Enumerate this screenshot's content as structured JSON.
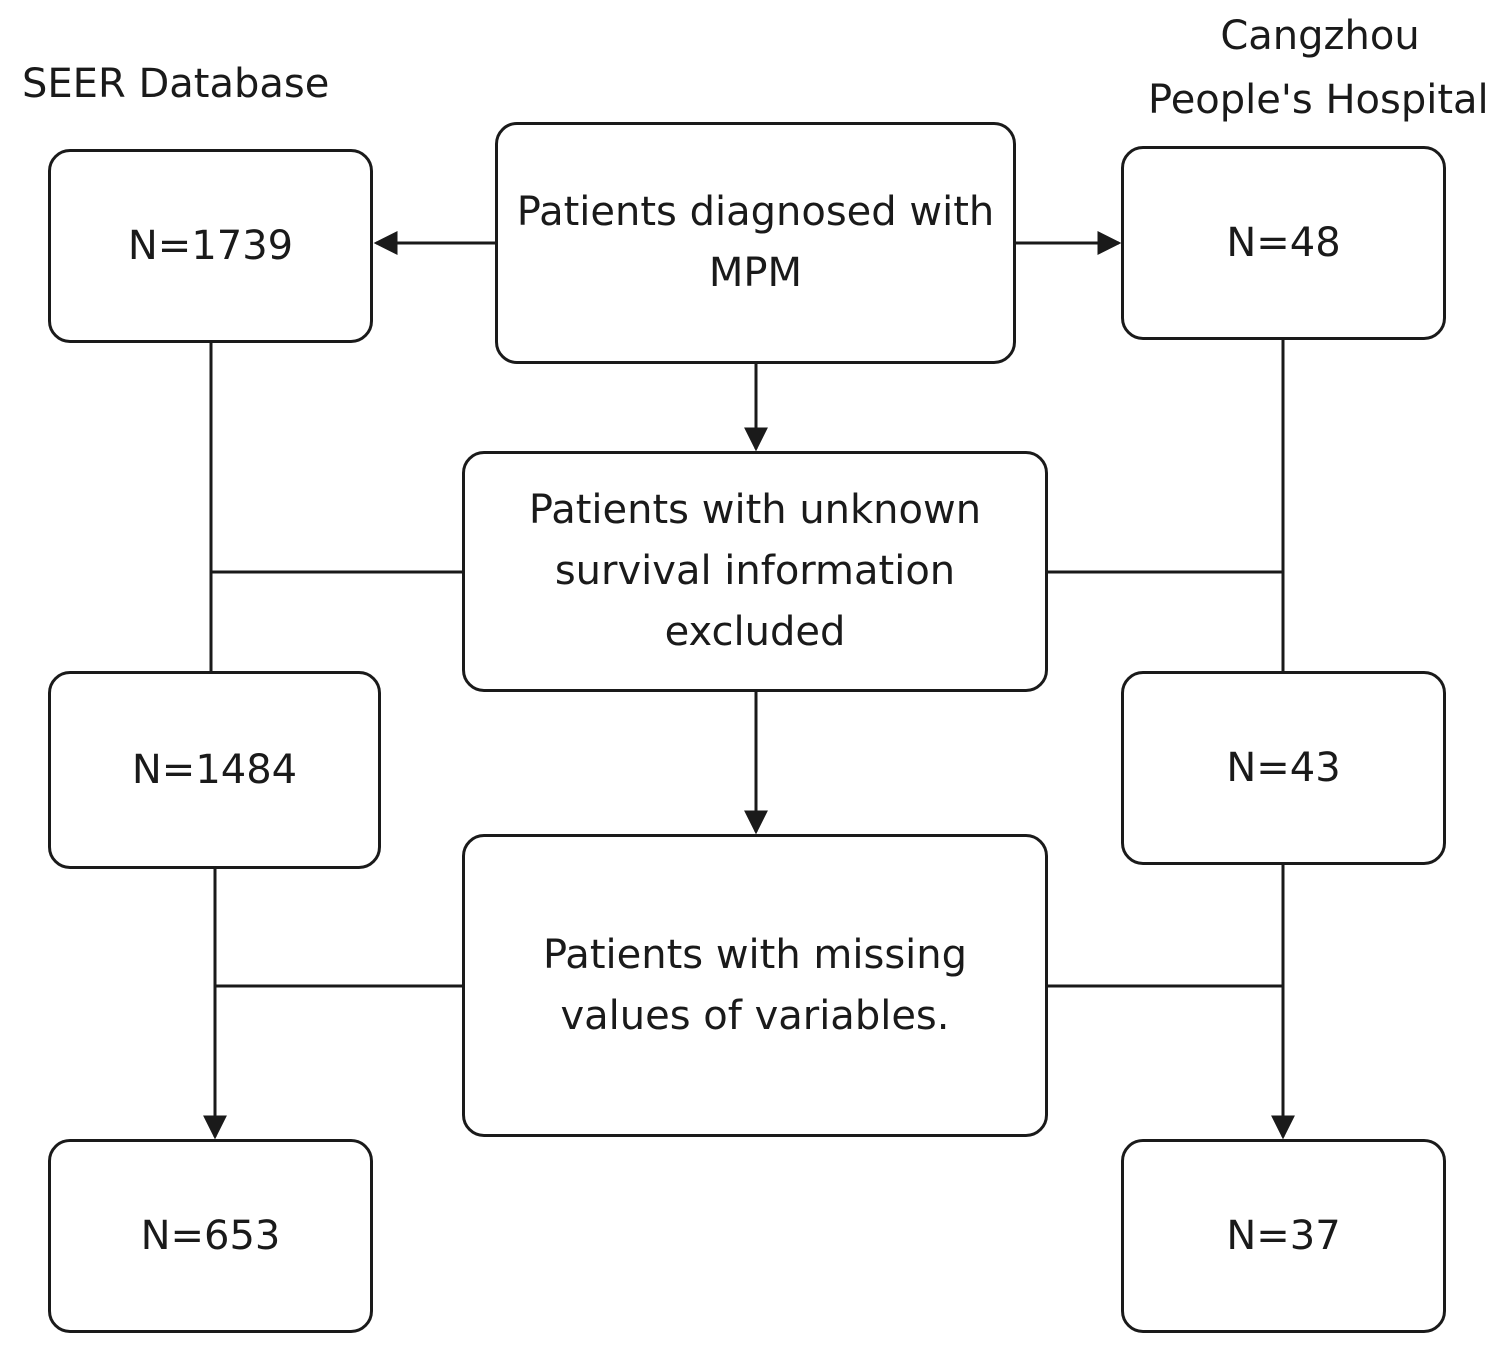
{
  "headers": {
    "left": "SEER Database",
    "right_line1": "Cangzhou",
    "right_line2": "People's Hospital"
  },
  "boxes": {
    "center_top": {
      "line1": "Patients diagnosed with",
      "line2": "MPM"
    },
    "center_mid": {
      "line1": "Patients with unknown",
      "line2": "survival information",
      "line3": "excluded"
    },
    "center_bot": {
      "line1": "Patients with missing",
      "line2": "values of  variables."
    },
    "left_1": "N=1739",
    "left_2": "N=1484",
    "left_3": "N=653",
    "right_1": "N=48",
    "right_2": "N=43",
    "right_3": "N=37"
  }
}
